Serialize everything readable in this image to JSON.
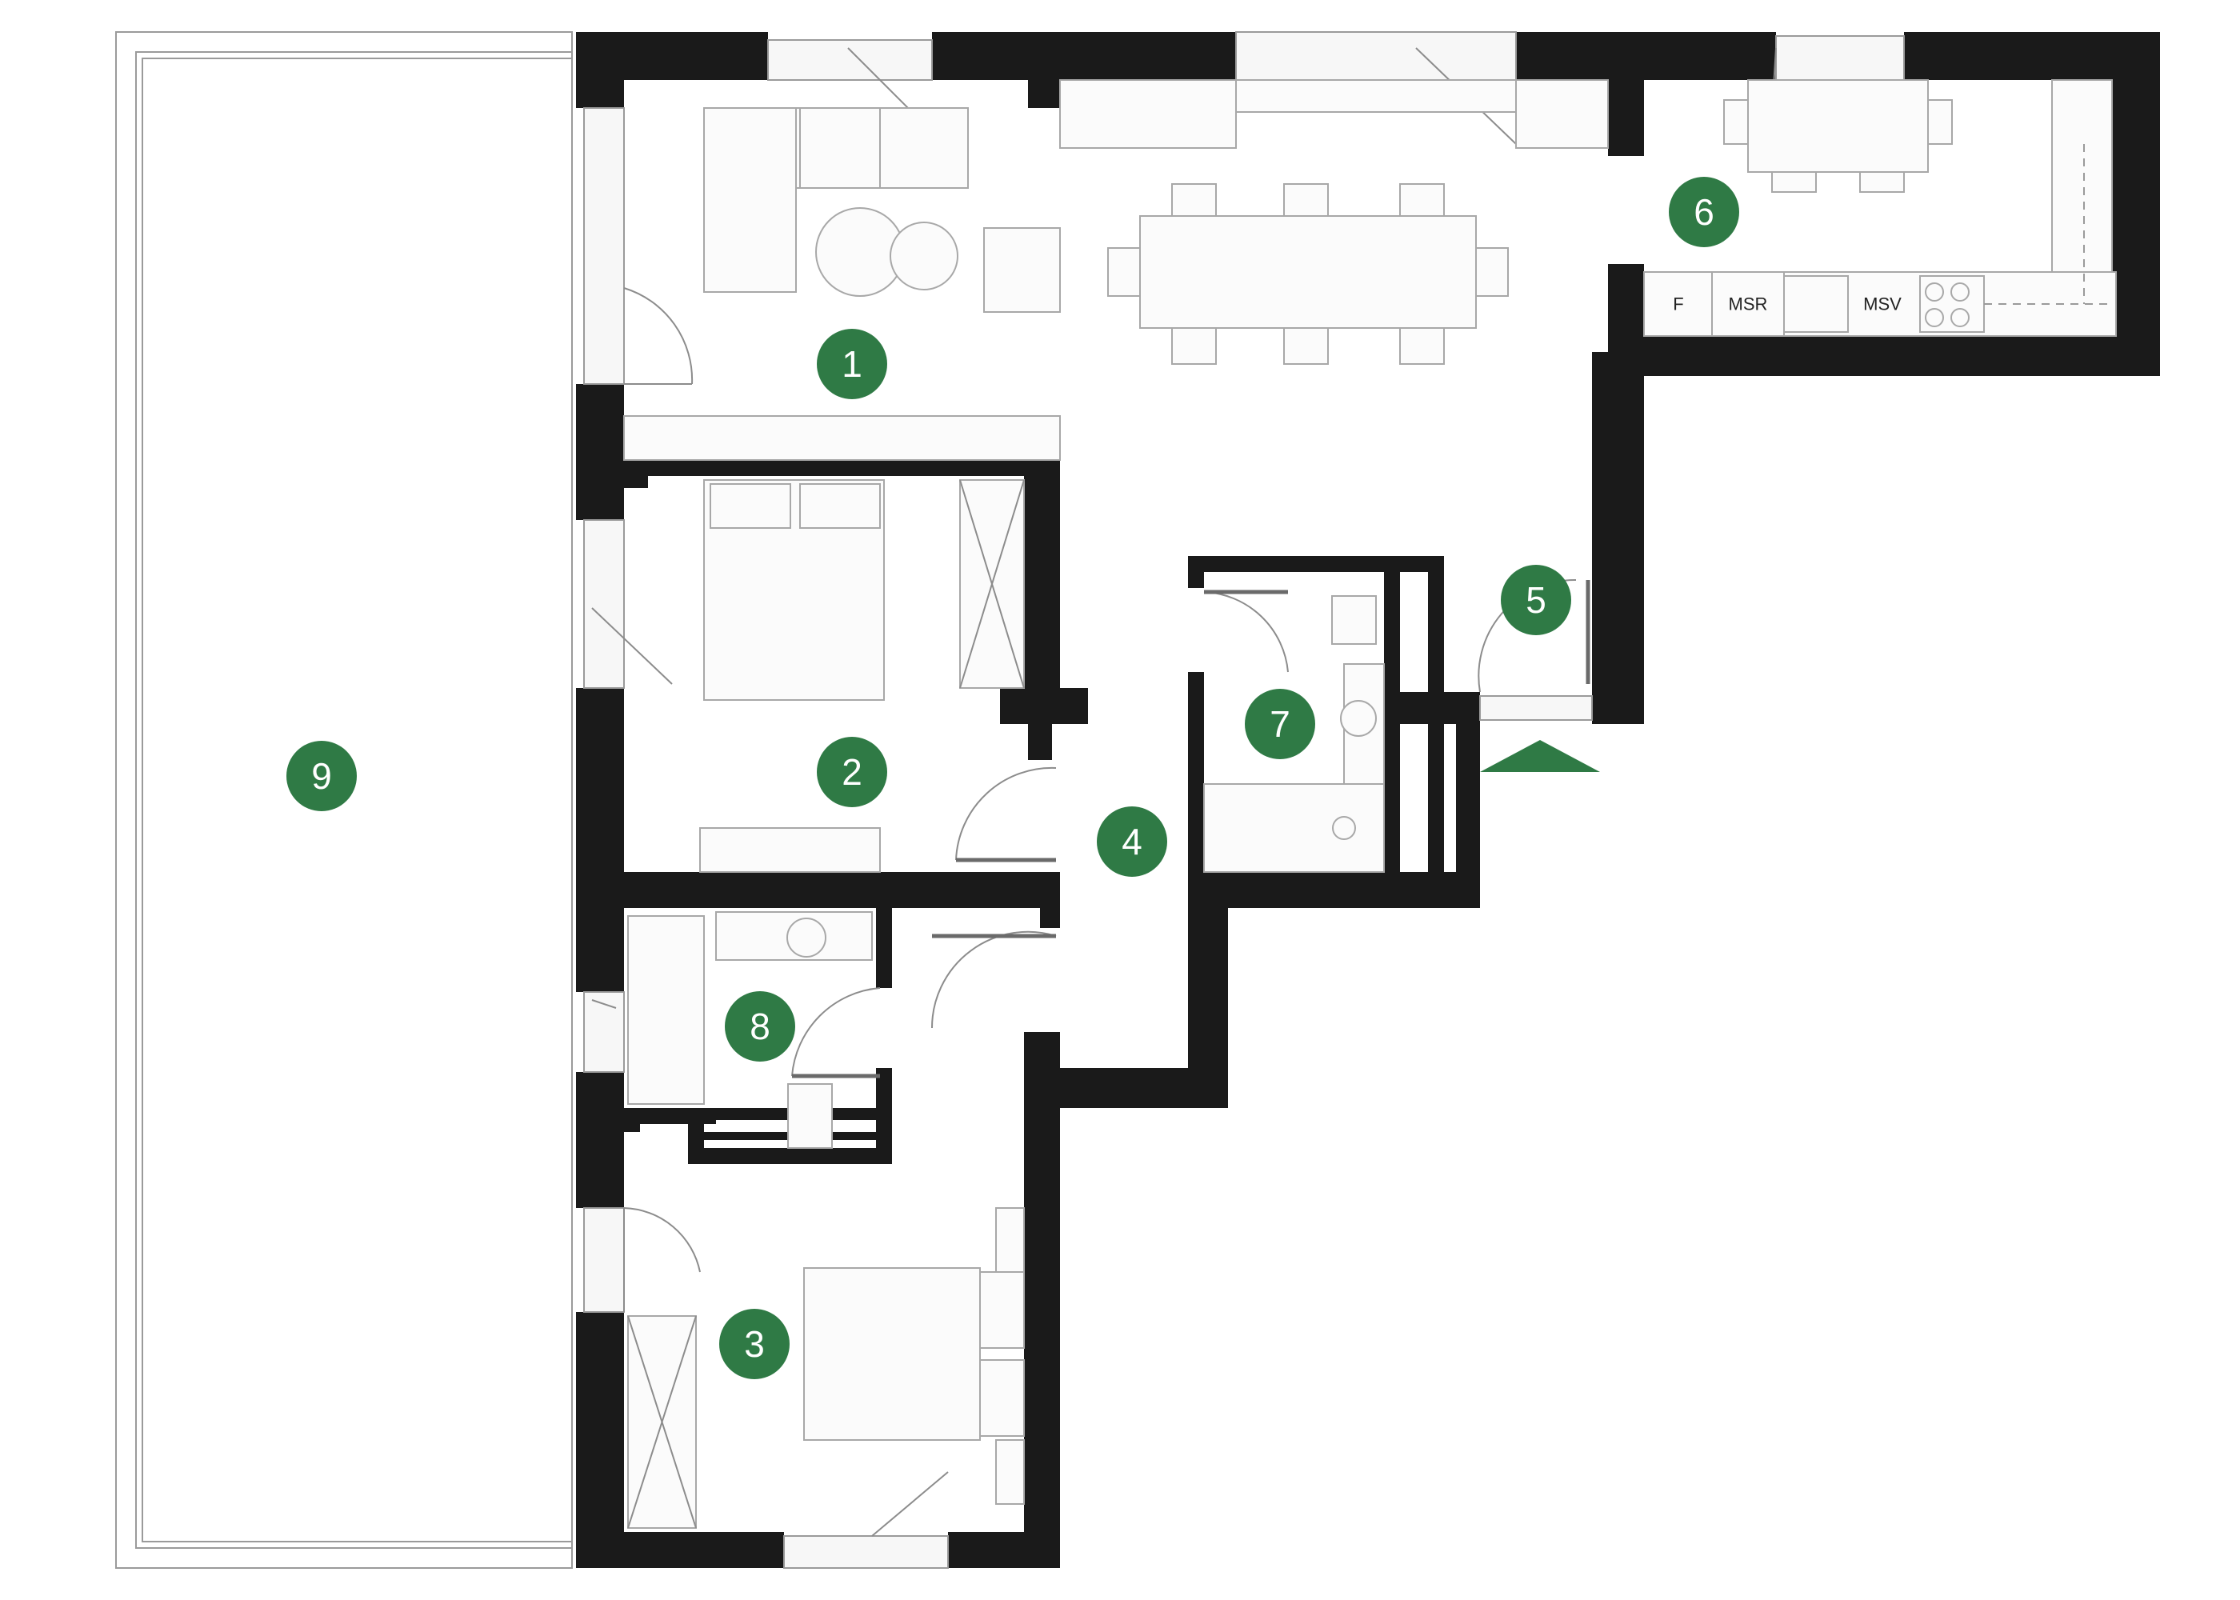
{
  "plan": {
    "rooms": [
      {
        "id": "room-1",
        "label": "1"
      },
      {
        "id": "room-2",
        "label": "2"
      },
      {
        "id": "room-3",
        "label": "3"
      },
      {
        "id": "room-4",
        "label": "4"
      },
      {
        "id": "room-5",
        "label": "5"
      },
      {
        "id": "room-6",
        "label": "6"
      },
      {
        "id": "room-7",
        "label": "7"
      },
      {
        "id": "room-8",
        "label": "8"
      },
      {
        "id": "room-9",
        "label": "9"
      }
    ],
    "appliances": {
      "fridge": "F",
      "dishwasher": "MSR",
      "sink": "MSV"
    },
    "colors": {
      "marker": "#2f7a45",
      "wall": "#1a1a1a",
      "entrance_arrow": "#2f7a45"
    }
  }
}
